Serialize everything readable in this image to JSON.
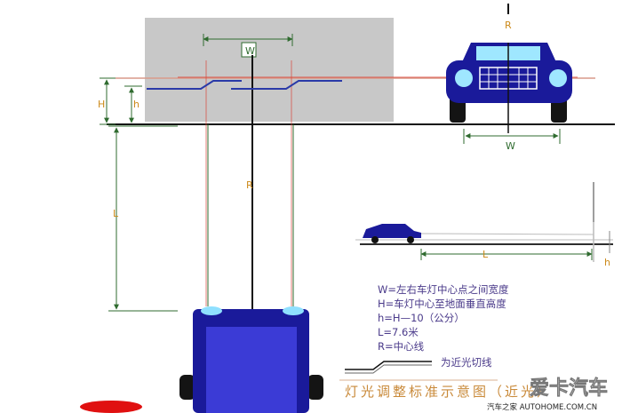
{
  "labels": {
    "w_top": "W",
    "r_top": "R",
    "w_car": "W",
    "H": "H",
    "h": "h",
    "L": "L",
    "R": "R",
    "L_small": "L",
    "h_small": "h"
  },
  "legend": [
    "W=左右车灯中心点之间宽度",
    "H=车灯中心至地面垂直高度",
    "h=H—10（公分）",
    "L=7.6米",
    "R=中心线"
  ],
  "cutoff_label": "为近光切线",
  "caption": "灯光调整标准示意图（近光）",
  "watermark": "汽车之家  AUTOHOME.COM.CN",
  "watermark_logo": "爱卡汽车",
  "colors": {
    "wall": "#c8c8c8",
    "car": "#1a1a9a",
    "car_light": "#3b3bd6",
    "ground": "#111111",
    "red_line": "#d9473a",
    "blue_line": "#2a3aa8",
    "green": "#2f6b2f"
  }
}
